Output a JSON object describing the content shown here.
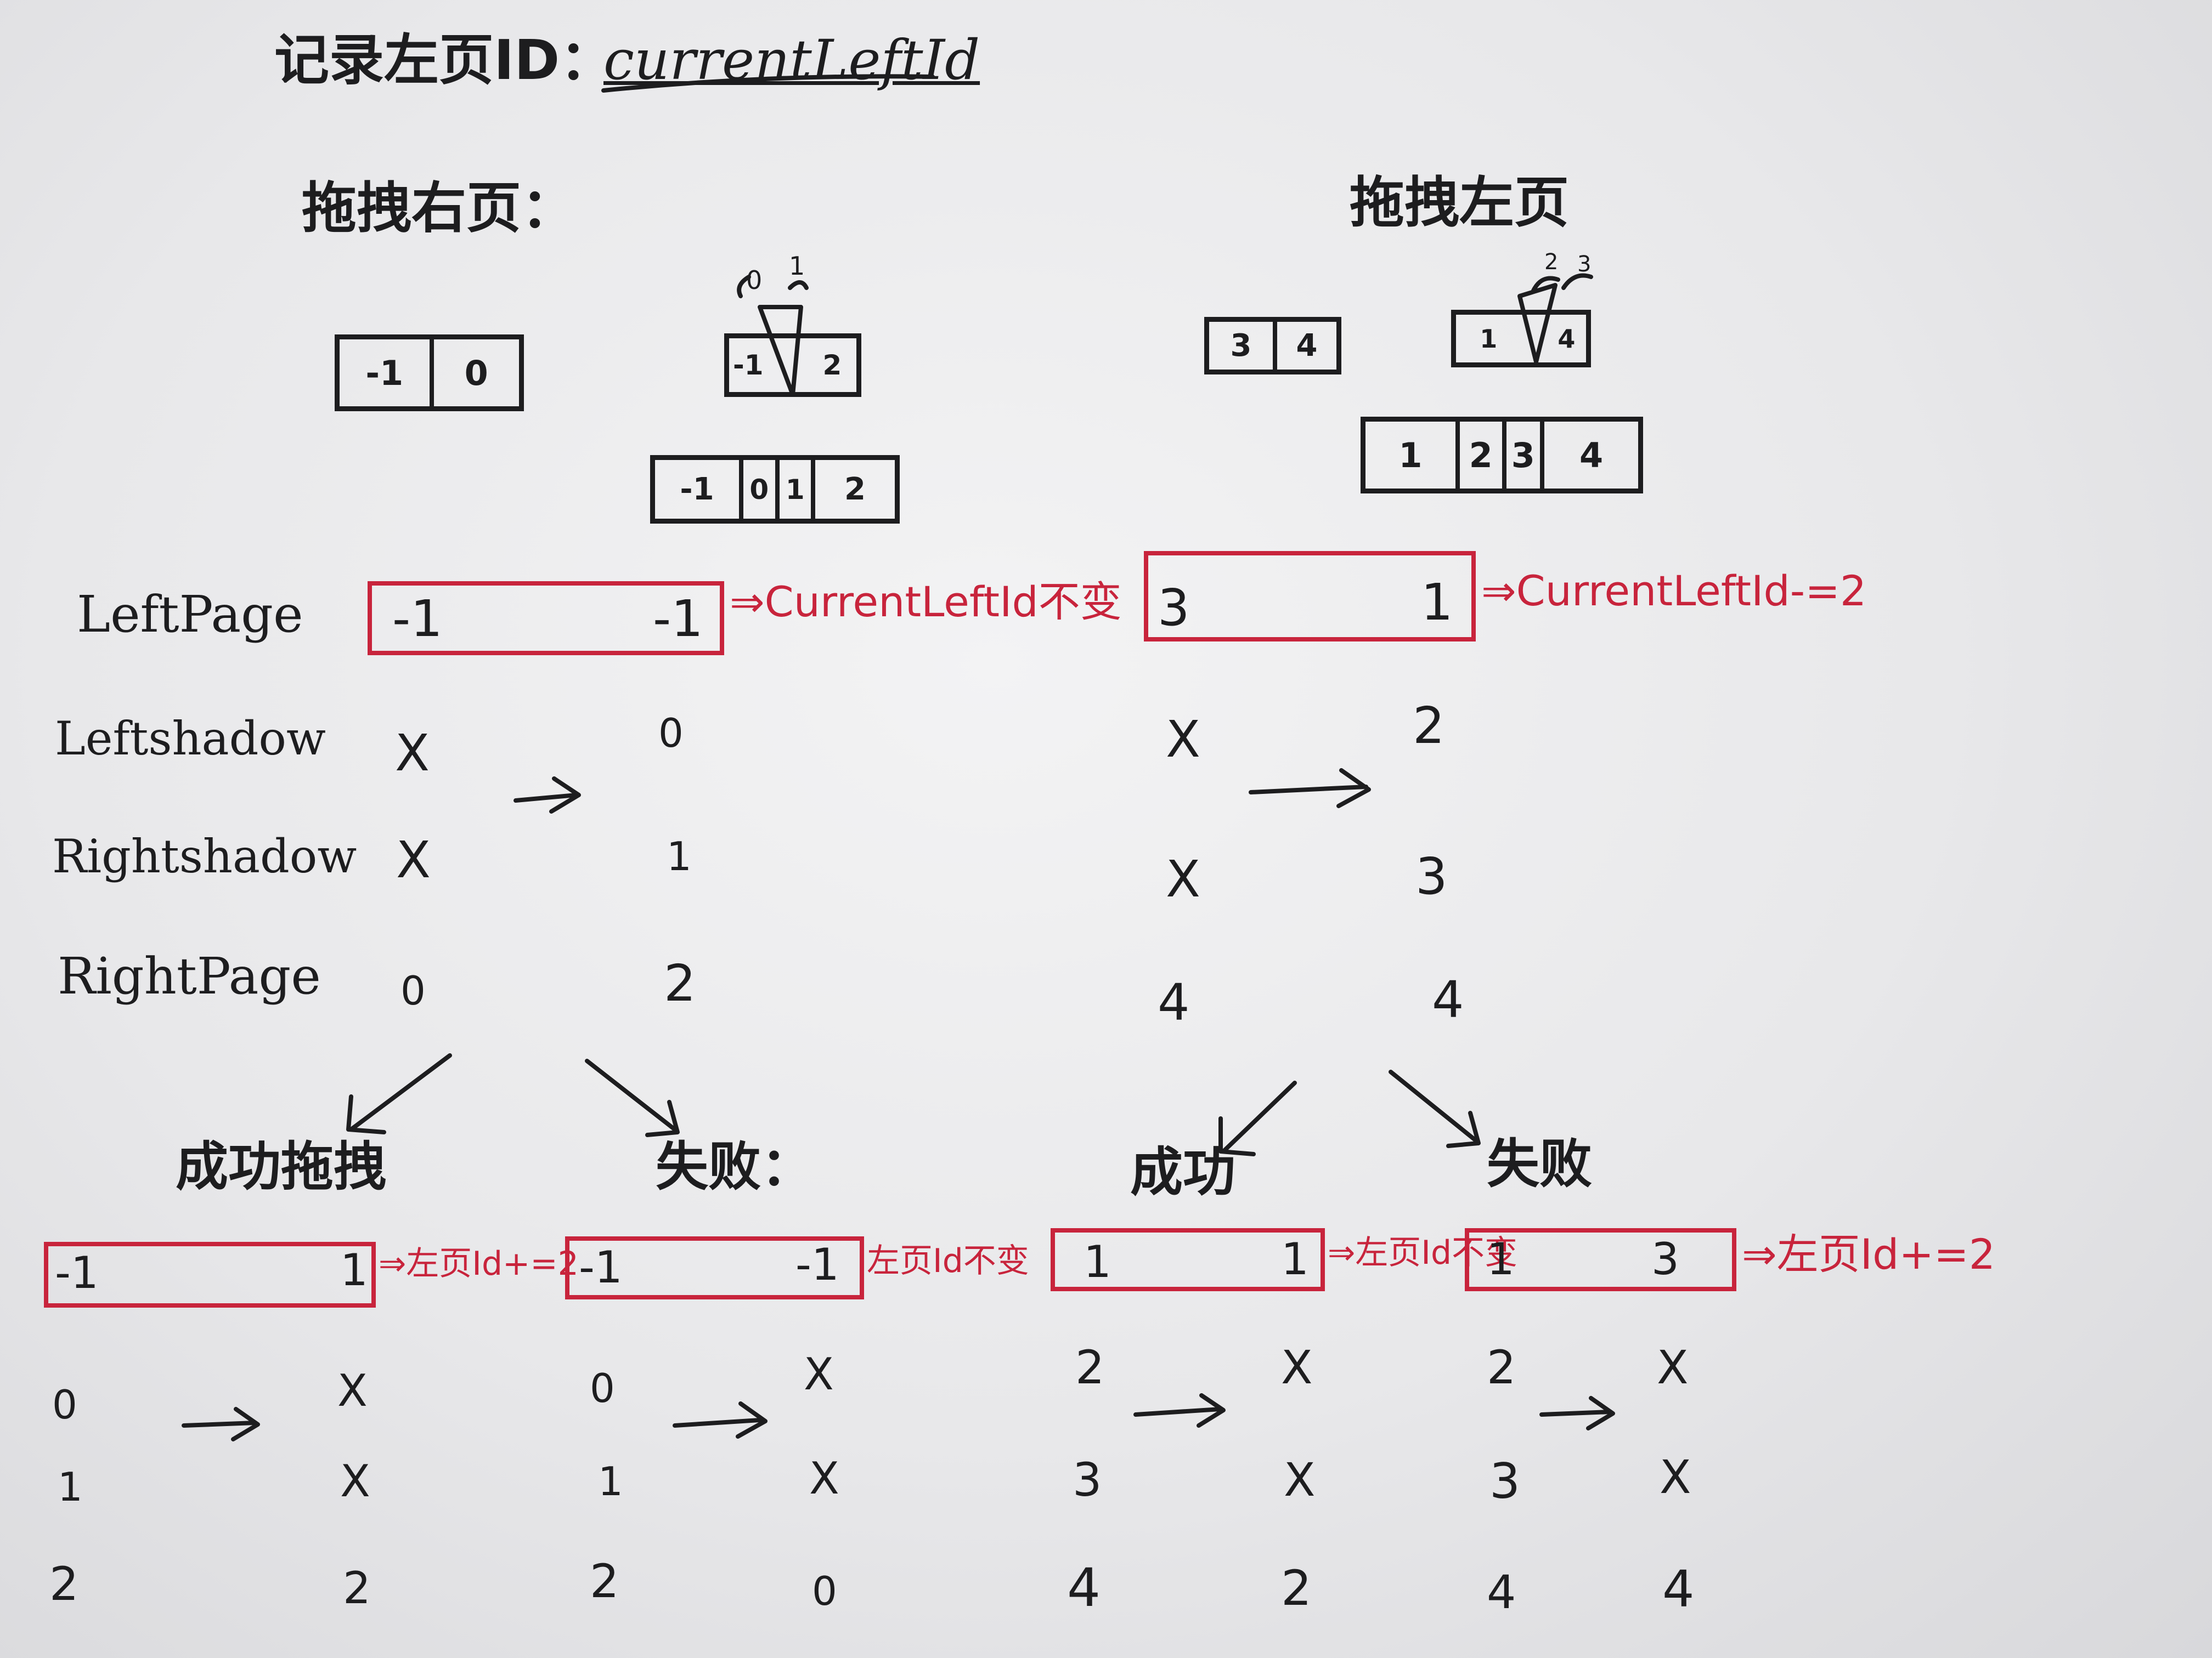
{
  "title": {
    "prefix": "记录左页ID：",
    "name": "currentLeftId"
  },
  "headings": {
    "drag_right": "拖拽右页：",
    "drag_left": "拖拽左页"
  },
  "diagrams": {
    "right_before": [
      "-1",
      "0"
    ],
    "right_flip": {
      "left": "-1",
      "right": "2",
      "labels": [
        "0",
        "1"
      ]
    },
    "right_after": [
      "-1",
      "0",
      "1",
      "2"
    ],
    "left_before": [
      "3",
      "4"
    ],
    "left_flip": {
      "left": "1",
      "right": "4",
      "labels": [
        "2",
        "3"
      ]
    },
    "left_after": [
      "1",
      "2",
      "3",
      "4"
    ]
  },
  "row_labels": [
    "LeftPage",
    "Leftshadow",
    "Rightshadow",
    "RightPage"
  ],
  "drag_right_table": {
    "leftpage": [
      "-1",
      "-1"
    ],
    "note": "⇒CurrentLeftId不变",
    "leftshadow": [
      "X",
      "0"
    ],
    "rightshadow": [
      "X",
      "1"
    ],
    "rightpage": [
      "0",
      "2"
    ]
  },
  "drag_left_table": {
    "leftpage": [
      "3",
      "1"
    ],
    "note": "⇒CurrentLeftId-=2",
    "leftshadow": [
      "X",
      "2"
    ],
    "rightshadow": [
      "X",
      "3"
    ],
    "rightpage": [
      "4",
      "4"
    ]
  },
  "outcomes": [
    {
      "label": "成功拖拽",
      "leftpage": [
        "-1",
        "1"
      ],
      "note": "⇒左页Id+=2",
      "rows": [
        [
          "0",
          "X"
        ],
        [
          "1",
          "X"
        ],
        [
          "2",
          "2"
        ]
      ]
    },
    {
      "label": "失败：",
      "leftpage": [
        "-1",
        "-1"
      ],
      "note": "左页Id不变",
      "rows": [
        [
          "0",
          "X"
        ],
        [
          "1",
          "X"
        ],
        [
          "2",
          "0"
        ]
      ]
    },
    {
      "label": "成功",
      "leftpage": [
        "1",
        "1"
      ],
      "note": "⇒左页Id不变",
      "rows": [
        [
          "2",
          "X"
        ],
        [
          "3",
          "X"
        ],
        [
          "4",
          "2"
        ]
      ]
    },
    {
      "label": "失败",
      "leftpage": [
        "1",
        "3"
      ],
      "note": "⇒左页Id+=2",
      "rows": [
        [
          "2",
          "X"
        ],
        [
          "3",
          "X"
        ],
        [
          "4",
          "4"
        ]
      ]
    }
  ]
}
